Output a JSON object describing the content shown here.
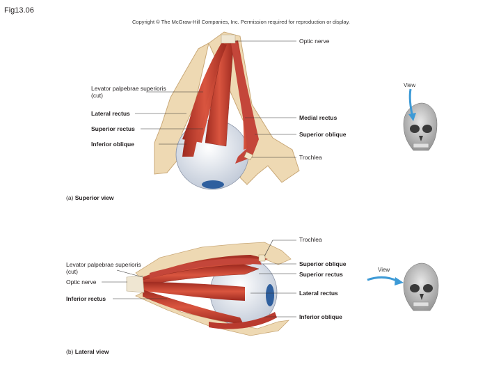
{
  "figure_number": "Fig13.06",
  "copyright": "Copyright © The McGraw-Hill Companies, Inc. Permission required for reproduction or display.",
  "panel_a": {
    "caption_prefix": "(a)",
    "caption_title": "Superior view",
    "labels": {
      "optic_nerve": "Optic nerve",
      "levator": "Levator palpebrae superioris (cut)",
      "lateral_rectus": "Lateral rectus",
      "superior_rectus": "Superior rectus",
      "inferior_oblique": "Inferior oblique",
      "medial_rectus": "Medial rectus",
      "superior_oblique": "Superior oblique",
      "trochlea": "Trochlea"
    },
    "view_label": "View"
  },
  "panel_b": {
    "caption_prefix": "(b)",
    "caption_title": "Lateral view",
    "labels": {
      "trochlea": "Trochlea",
      "levator": "Levator palpebrae superioris (cut)",
      "optic_nerve": "Optic nerve",
      "inferior_rectus": "Inferior rectus",
      "superior_oblique": "Superior oblique",
      "superior_rectus": "Superior rectus",
      "lateral_rectus": "Lateral rectus",
      "inferior_oblique": "Inferior oblique"
    },
    "view_label": "View"
  },
  "colors": {
    "bone": "#eed9b3",
    "muscle": "#c0392b",
    "eye": "#dfe5ee",
    "iris": "#2f5f9e",
    "arrow": "#3d9ad6",
    "skull": "#bfbfbf"
  }
}
